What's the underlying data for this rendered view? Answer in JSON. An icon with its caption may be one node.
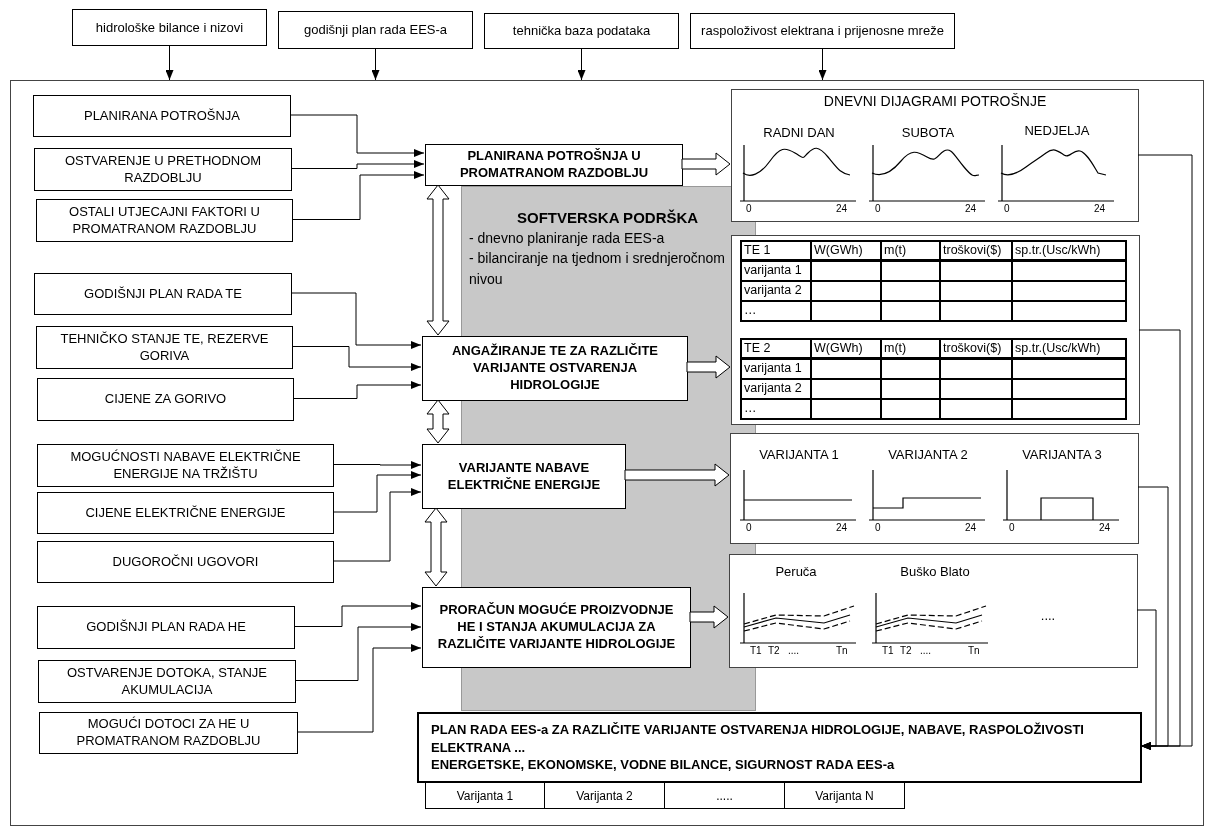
{
  "diagram": {
    "nodes": [
      {
        "text": [
          "hidrološke bilance i nizovi"
        ]
      },
      {
        "text": [
          "godišnji plan rada EES-a"
        ]
      },
      {
        "text": [
          "tehnička baza podataka"
        ]
      },
      {
        "text": [
          "raspoloživost elektrana i prijenosne mreže"
        ]
      },
      {
        "text": [],
        "shape": "box"
      },
      {
        "text": [
          "PLANIRANA POTROŠNJA"
        ],
        "in": 4
      },
      {
        "text": [
          "OSTVARENJE U PRETHODNOM RAZDOBLJU"
        ],
        "in": 4
      },
      {
        "text": [
          "OSTALI UTJECAJNI FAKTORI U PROMATRANOM RAZDOBLJU"
        ],
        "in": 4
      },
      {
        "text": [
          "PLANIRANA POTROŠNJA U PROMATRANOM RAZDOBLJU"
        ],
        "in": 4
      },
      {
        "text": [
          "SOFTVERSKA PODRŠKA",
          "- dnevno planiranje rada EES-a",
          "- bilanciranje na tjednom i srednjeročnom nivou"
        ],
        "in": 4
      },
      {
        "text": [
          "GODIŠNJI PLAN RADA TE"
        ],
        "in": 4
      },
      {
        "text": [
          "TEHNIČKO STANJE TE, REZERVE GORIVA"
        ],
        "in": 4
      },
      {
        "text": [
          "CIJENE ZA GORIVO"
        ],
        "in": 4
      },
      {
        "text": [
          "ANGAŽIRANJE TE ZA RAZLIČITE VARIJANTE OSTVARENJA HIDROLOGIJE"
        ],
        "in": 4
      },
      {
        "text": [
          "MOGUĆNOSTI NABAVE ELEKTRIČNE ENERGIJE NA TRŽIŠTU"
        ],
        "in": 4
      },
      {
        "text": [
          "CIJENE ELEKTRIČNE ENERGIJE"
        ],
        "in": 4
      },
      {
        "text": [
          "DUGOROČNI UGOVORI"
        ],
        "in": 4
      },
      {
        "text": [
          "VARIJANTE NABAVE ELEKTRIČNE ENERGIJE"
        ],
        "in": 4
      },
      {
        "text": [
          "GODIŠNJI PLAN RADA HE"
        ],
        "in": 4
      },
      {
        "text": [
          "OSTVARENJE DOTOKA, STANJE AKUMULACIJA"
        ],
        "in": 4
      },
      {
        "text": [
          "MOGUĆI DOTOCI ZA HE U PROMATRANOM RAZDOBLJU"
        ],
        "in": 4
      },
      {
        "text": [
          "PRORAČUN MOGUĆE PROIZVODNJE HE I STANJA AKUMULACIJA ZA RAZLIČITE VARIJANTE HIDROLOGIJE"
        ],
        "in": 4
      },
      {
        "text": [
          "DNEVNI DIJAGRAMI POTROŠNJE",
          "RADNI DAN",
          "SUBOTA",
          "NEDJELJA"
        ],
        "in": 4
      },
      {
        "text": [],
        "shape": "box",
        "in": 4
      },
      {
        "text": [
          "VARIJANTA 1",
          "VARIJANTA 2",
          "VARIJANTA 3"
        ],
        "in": 4
      },
      {
        "text": [
          "Peruča",
          "Buško Blato",
          "...."
        ],
        "in": 4
      },
      {
        "text": [
          "PLAN RADA EES-a ZA RAZLIČITE VARIJANTE OSTVARENJA HIDROLOGIJE, NABAVE, RASPOLOŽIVOSTI ELEKTRANA ...",
          "ENERGETSKE, EKONOMSKE, VODNE BILANCE, SIGURNOST RADA EES-a"
        ],
        "in": 4
      }
    ],
    "edges": [
      {
        "from": 0,
        "to": 4,
        "arrow": "to"
      },
      {
        "from": 1,
        "to": 4,
        "arrow": "to"
      },
      {
        "from": 2,
        "to": 4,
        "arrow": "to"
      },
      {
        "from": 3,
        "to": 4,
        "arrow": "to"
      },
      {
        "from": 5,
        "to": 8,
        "arrow": "to"
      },
      {
        "from": 6,
        "to": 8,
        "arrow": "to"
      },
      {
        "from": 7,
        "to": 8,
        "arrow": "to"
      },
      {
        "from": 8,
        "to": 13,
        "arrow": "both",
        "style": "thick"
      },
      {
        "from": 10,
        "to": 13,
        "arrow": "to"
      },
      {
        "from": 11,
        "to": 13,
        "arrow": "to"
      },
      {
        "from": 12,
        "to": 13,
        "arrow": "to"
      },
      {
        "from": 13,
        "to": 17,
        "arrow": "both",
        "style": "thick"
      },
      {
        "from": 14,
        "to": 17,
        "arrow": "to"
      },
      {
        "from": 15,
        "to": 17,
        "arrow": "to"
      },
      {
        "from": 16,
        "to": 17,
        "arrow": "to"
      },
      {
        "from": 17,
        "to": 21,
        "arrow": "both",
        "style": "thick"
      },
      {
        "from": 18,
        "to": 21,
        "arrow": "to"
      },
      {
        "from": 19,
        "to": 21,
        "arrow": "to"
      },
      {
        "from": 20,
        "to": 21,
        "arrow": "to"
      },
      {
        "from": 8,
        "to": 22,
        "arrow": "to",
        "style": "thick"
      },
      {
        "from": 13,
        "to": 23,
        "arrow": "to",
        "style": "thick"
      },
      {
        "from": 17,
        "to": 24,
        "arrow": "to",
        "style": "thick"
      },
      {
        "from": 21,
        "to": 25,
        "arrow": "to",
        "style": "thick"
      },
      {
        "from": 22,
        "to": 26,
        "arrow": "to"
      },
      {
        "from": 23,
        "to": 26,
        "arrow": "to"
      },
      {
        "from": 24,
        "to": 26,
        "arrow": "to"
      },
      {
        "from": 25,
        "to": 26,
        "arrow": "to"
      }
    ],
    "labels": [
      "0",
      "24",
      "0",
      "24",
      "0",
      "24",
      "TE 1",
      "W(GWh)",
      "m(t)",
      "troškovi($)",
      "sp.tr.(Usc/kWh)",
      "varijanta 1",
      "varijanta 2",
      "…",
      "TE 2",
      "W(GWh)",
      "m(t)",
      "troškovi($)",
      "sp.tr.(Usc/kWh)",
      "varijanta 1",
      "varijanta 2",
      "…",
      "0",
      "24",
      "0",
      "24",
      "0",
      "24",
      "T1",
      "T2",
      "....",
      "Tn",
      "T1",
      "T2",
      "....",
      "Tn",
      "Varijanta 1",
      "Varijanta 2",
      ".....",
      "Varijanta N"
    ]
  }
}
